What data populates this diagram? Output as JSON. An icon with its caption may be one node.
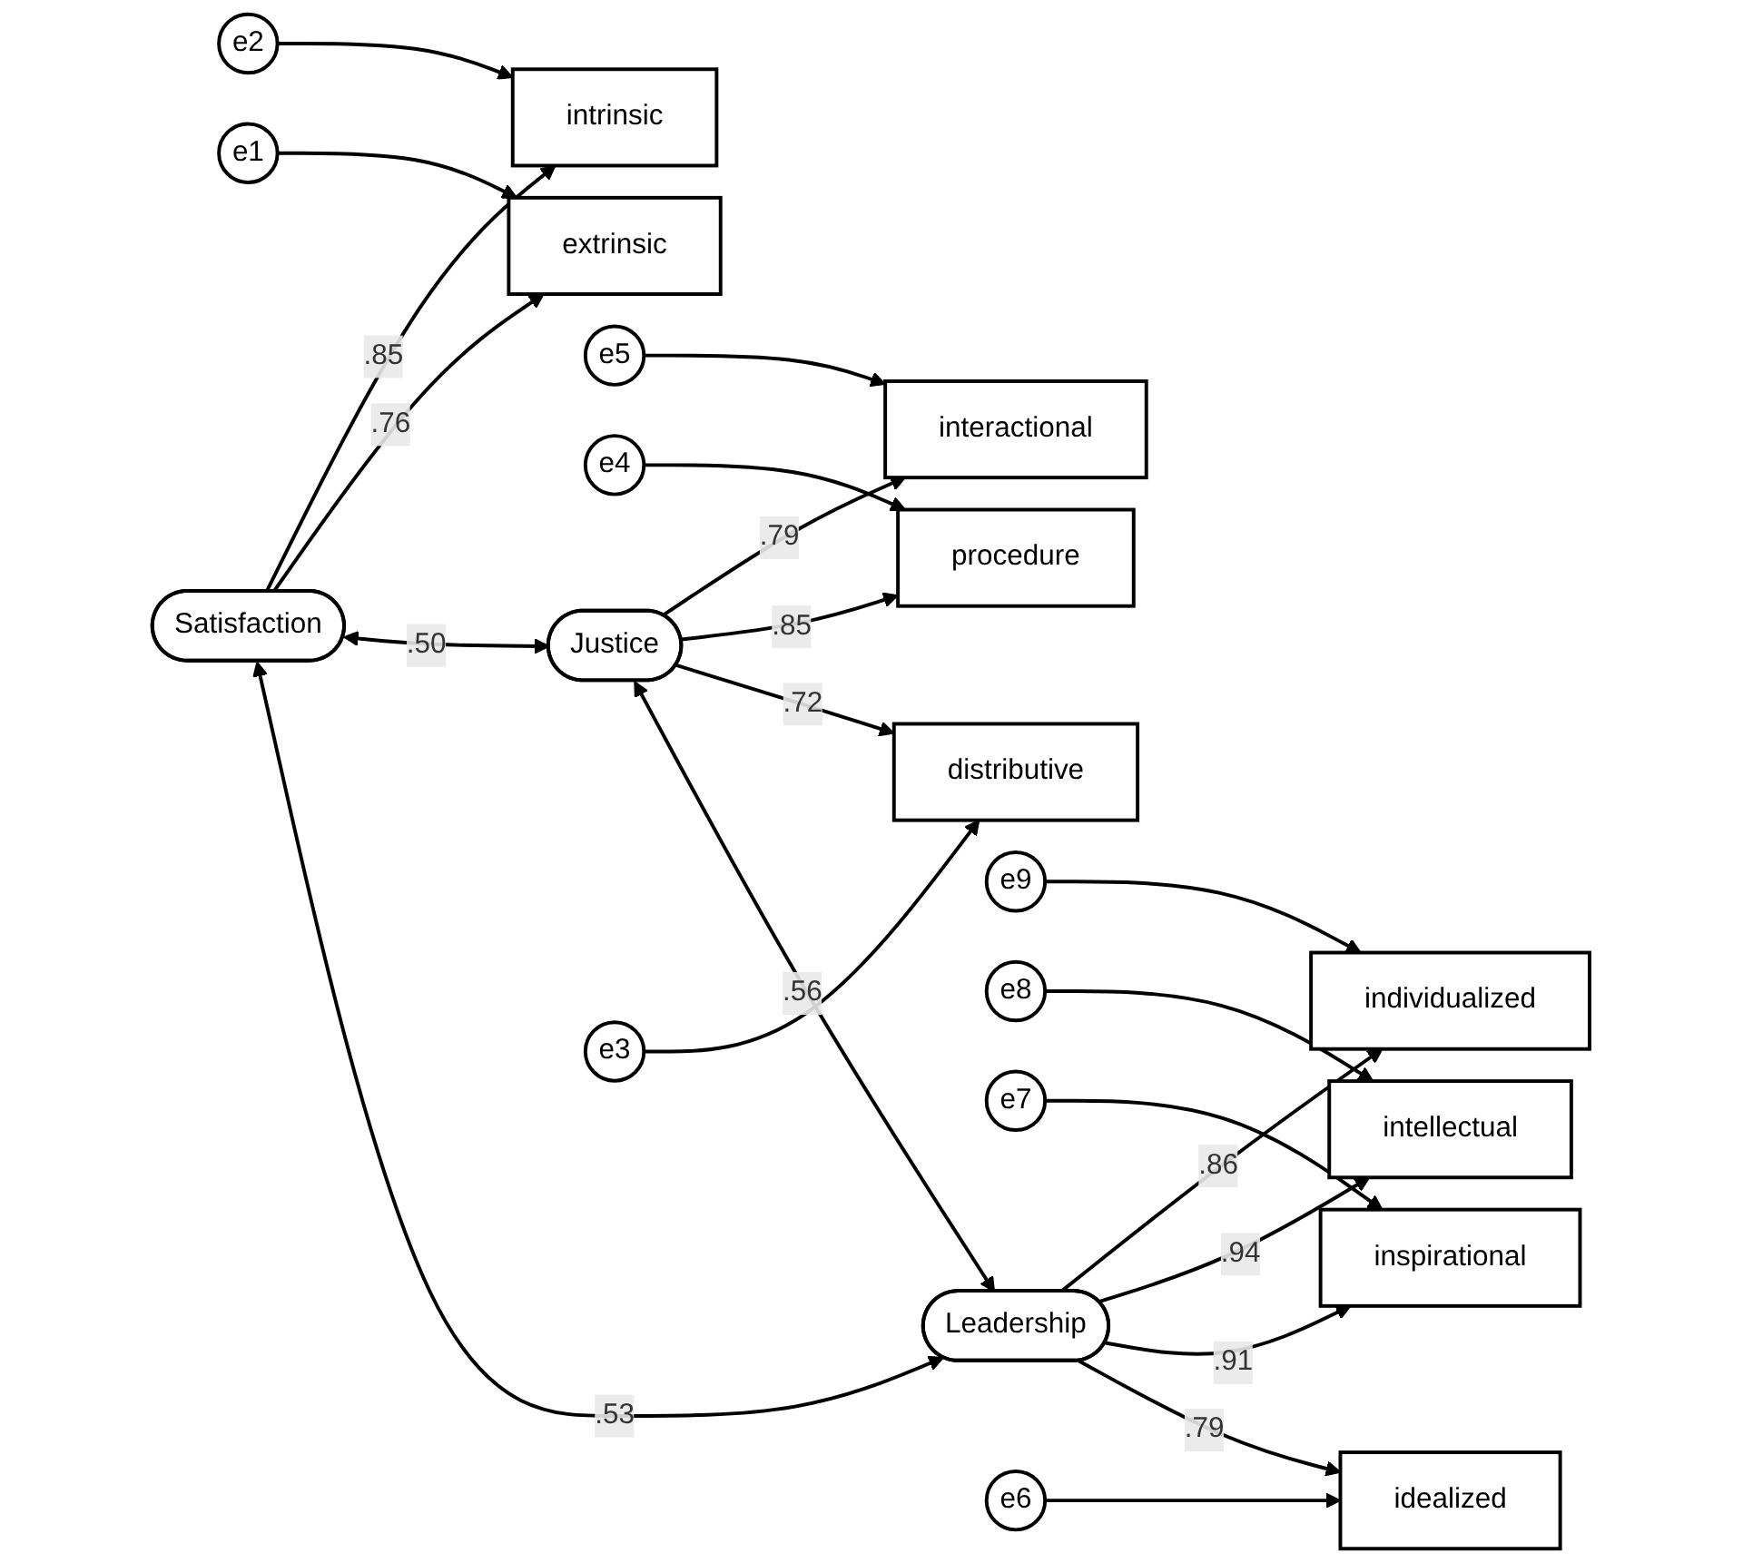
{
  "diagram": {
    "nodes": [
      {
        "text": [
          "e2"
        ]
      },
      {
        "text": [
          "intrinsic"
        ]
      },
      {
        "text": [
          "Satisfaction"
        ]
      },
      {
        "text": [
          "e1"
        ]
      },
      {
        "text": [
          "extrinsic"
        ]
      },
      {
        "text": [
          "e5"
        ]
      },
      {
        "text": [
          "interactional"
        ]
      },
      {
        "text": [
          "e4"
        ]
      },
      {
        "text": [
          "procedure"
        ]
      },
      {
        "text": [
          "Justice"
        ]
      },
      {
        "text": [
          "e3"
        ]
      },
      {
        "text": [
          "distributive"
        ]
      },
      {
        "text": [
          "e9"
        ]
      },
      {
        "text": [
          "individualized"
        ]
      },
      {
        "text": [
          "e8"
        ]
      },
      {
        "text": [
          "intellectual"
        ]
      },
      {
        "text": [
          "e7"
        ]
      },
      {
        "text": [
          "inspirational"
        ]
      },
      {
        "text": [
          "Leadership"
        ]
      },
      {
        "text": [
          "e6"
        ]
      },
      {
        "text": [
          "idealized"
        ]
      }
    ],
    "edges": [
      {
        "from": 0,
        "to": 1,
        "arrow": "to"
      },
      {
        "from": 3,
        "to": 4,
        "arrow": "to"
      },
      {
        "from": 5,
        "to": 6,
        "arrow": "to"
      },
      {
        "from": 7,
        "to": 8,
        "arrow": "to"
      },
      {
        "from": 10,
        "to": 11,
        "arrow": "to"
      },
      {
        "from": 12,
        "to": 13,
        "arrow": "to"
      },
      {
        "from": 14,
        "to": 15,
        "arrow": "to"
      },
      {
        "from": 16,
        "to": 17,
        "arrow": "to"
      },
      {
        "from": 19,
        "to": 20,
        "arrow": "to"
      },
      {
        "from": 2,
        "to": 1,
        "label": ".85",
        "arrow": "to"
      },
      {
        "from": 2,
        "to": 4,
        "label": ".76",
        "arrow": "to"
      },
      {
        "from": 9,
        "to": 6,
        "label": ".79",
        "arrow": "to"
      },
      {
        "from": 9,
        "to": 8,
        "label": ".85",
        "arrow": "to"
      },
      {
        "from": 9,
        "to": 11,
        "label": ".72",
        "arrow": "to"
      },
      {
        "from": 18,
        "to": 13,
        "label": ".86",
        "arrow": "to"
      },
      {
        "from": 18,
        "to": 15,
        "label": ".94",
        "arrow": "to"
      },
      {
        "from": 18,
        "to": 17,
        "label": ".91",
        "arrow": "to"
      },
      {
        "from": 18,
        "to": 20,
        "label": ".79",
        "arrow": "to"
      },
      {
        "from": 2,
        "to": 9,
        "label": ".50",
        "arrow": "both"
      },
      {
        "from": 2,
        "to": 18,
        "label": ".53",
        "arrow": "both"
      },
      {
        "from": 9,
        "to": 18,
        "label": ".56",
        "arrow": "both"
      }
    ]
  }
}
